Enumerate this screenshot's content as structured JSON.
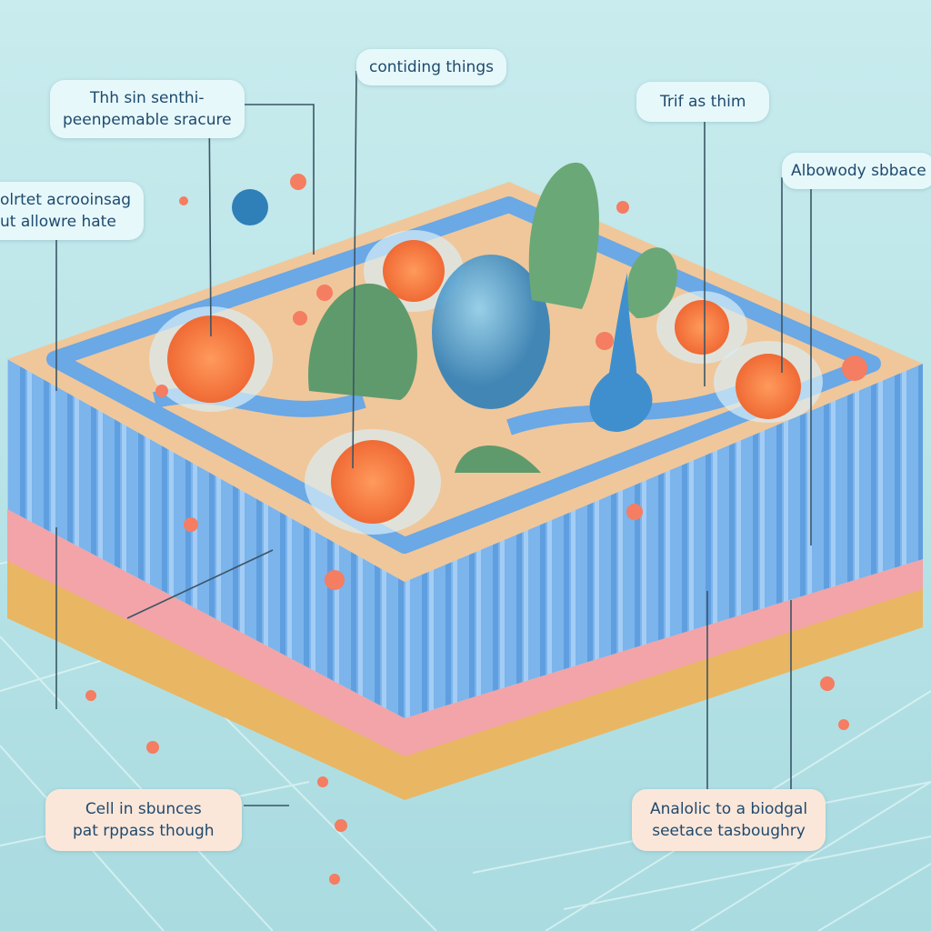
{
  "labels": {
    "top_left": {
      "line1": "Thh  sin senthi-",
      "line2": "peenpemable sracure"
    },
    "left": {
      "line1": "olrtet acrooinsag",
      "line2": "ut allowre hate"
    },
    "top_center": {
      "line1": "contiding things"
    },
    "top_right": {
      "line1": "Trif as thim"
    },
    "right": {
      "line1": "Albowody sbbace"
    },
    "bottom_left": {
      "line1": "Cell in sbunces",
      "line2": "pat rppass though"
    },
    "bottom_right": {
      "line1": "Analolic to a biodgal",
      "line2": "seetace tasboughry"
    }
  },
  "colors": {
    "background": "#bfe6ea",
    "membrane_columns": "#6aa8e6",
    "cytoplasm": "#f0c79a",
    "pink_layer": "#f2a4a8",
    "yellow_layer": "#e9b663",
    "nucleus": "#f5834a",
    "organelle_green": "#5f9a6c"
  }
}
